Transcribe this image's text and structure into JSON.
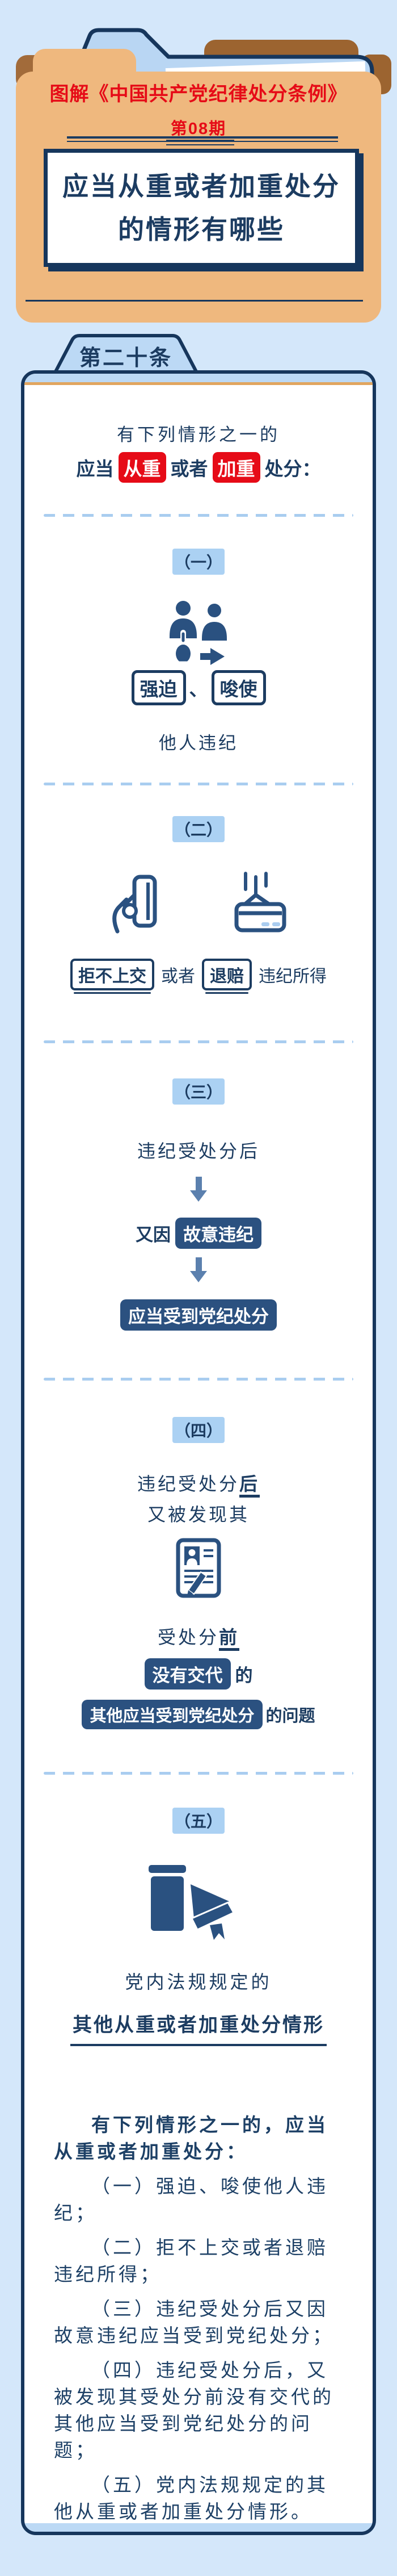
{
  "header": {
    "banner": "图解《中国共产党纪律处分条例》",
    "issue": "第08期",
    "title_line1": "应当从重或者加重处分",
    "title_line2": "的情形有哪些"
  },
  "article_tab": "第二十条",
  "card": {
    "intro_line1": "有下列情形之一的",
    "intro2_pre": "应当",
    "intro2_chip1": "从重",
    "intro2_mid": "或者",
    "intro2_chip2": "加重",
    "intro2_post": "处分："
  },
  "sections": [
    {
      "label": "（一）",
      "icon": "people-coerce-icon",
      "box1": "强迫",
      "sep": "、",
      "box2": "唆使",
      "caption": "他人违纪"
    },
    {
      "label": "（二）",
      "icon_left": "hand-holding-card-icon",
      "icon_right": "wallet-return-icon",
      "box1": "拒不上交",
      "mid": "或者",
      "box2": "退赔",
      "tail": "违纪所得"
    },
    {
      "label": "（三）",
      "line1": "违纪受处分后",
      "line2_pre": "又因",
      "chip1": "故意违纪",
      "chip2": "应当受到党纪处分"
    },
    {
      "label": "（四）",
      "line1_pre": "违纪受处分",
      "line1_em": "后",
      "line2": "又被发现其",
      "icon": "id-card-pencil-icon",
      "line3_pre": "受处分",
      "line3_em": "前",
      "chip1": "没有交代",
      "line4_suffix": "的",
      "chip2": "其他应当受到党纪处分",
      "tail": "的问题"
    },
    {
      "label": "（五）",
      "icon": "books-icon",
      "line1": "党内法规规定的",
      "line2": "其他从重或者加重处分情形"
    }
  ],
  "summary": {
    "intro": "有下列情形之一的，应当从重或者加重处分：",
    "items": [
      "（一）强迫、唆使他人违纪；",
      "（二）拒不上交或者退赔违纪所得；",
      "（三）违纪受处分后又因故意违纪应当受到党纪处分；",
      "（四）违纪受处分后，又被发现其受处分前没有交代的其他应当受到党纪处分的问题；",
      "（五）党内法规规定的其他从重或者加重处分情形。"
    ]
  },
  "colors": {
    "page_bg": "#d4e7fa",
    "accent_red": "#e60b17",
    "navy": "#1c3c61",
    "folder_tan": "#efb87e",
    "folder_brown": "#9c6430",
    "sheet_blue": "#b9d6f3",
    "band_blue": "#bcd9f5",
    "label_blue": "#abd1f3",
    "dash_blue": "#a9cdf0",
    "chip_navy": "#2b5180",
    "arrow_blue": "#5b80ae",
    "orange_line": "#e1a55f",
    "icon_navy": "#2a5180"
  }
}
